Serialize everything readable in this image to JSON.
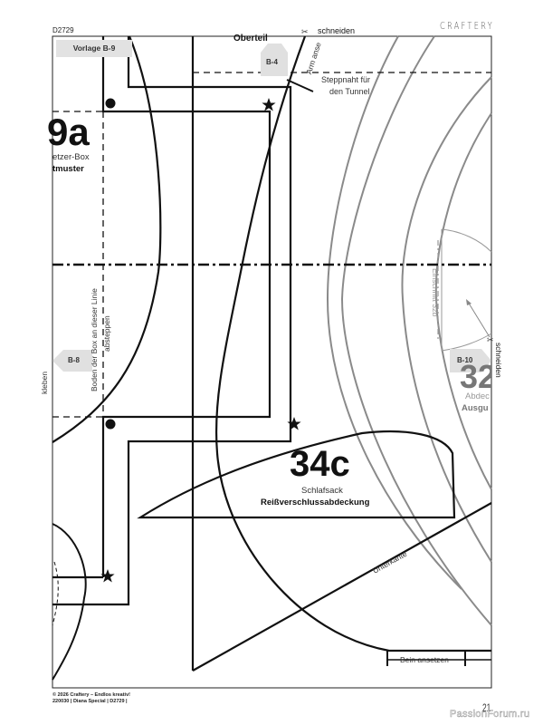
{
  "header": {
    "doc_id": "D2729",
    "brand": "CRAFTERY",
    "vorlage_label": "Vorlage B-9"
  },
  "badges": {
    "b4": "B-4",
    "b8": "B-8",
    "b10": "B-10"
  },
  "pieces": {
    "piece_9a": {
      "number": "9a",
      "subtitle": "etzer-Box",
      "name": "tmuster"
    },
    "piece_34c": {
      "number": "34c",
      "subtitle": "Schlafsack",
      "name": "Reißverschlussabdeckung"
    },
    "piece_32": {
      "number": "32",
      "subtitle": "Abdec",
      "name": "Ausgu"
    },
    "oberteil_label": "Oberteil"
  },
  "annotations": {
    "schneiden_top": "schneiden",
    "arm_ansetzen": "Arm anse",
    "steppnaht_line1": "Steppnaht für",
    "steppnaht_line2": "den Tunnel",
    "kleben": "kleben",
    "boden_line1": "Boden der Box an dieser Linie",
    "boden_line2": "abstеppen",
    "einschnitt": "Einschnitt 32b",
    "schneiden_right": "schneiden",
    "unterkante": "Unterkante",
    "bein_ansetzen": "Bein ansetzen"
  },
  "footer": {
    "copyright": "© 2026 Craftery – Endlos kreativ!",
    "issue": "220030 | Diana Special | D2729 |",
    "page_number": "21",
    "watermark": "PassionForum.ru"
  },
  "colors": {
    "line": "#111111",
    "grey_line": "#8a8a8a",
    "badge_fill": "#e0e0e0"
  }
}
